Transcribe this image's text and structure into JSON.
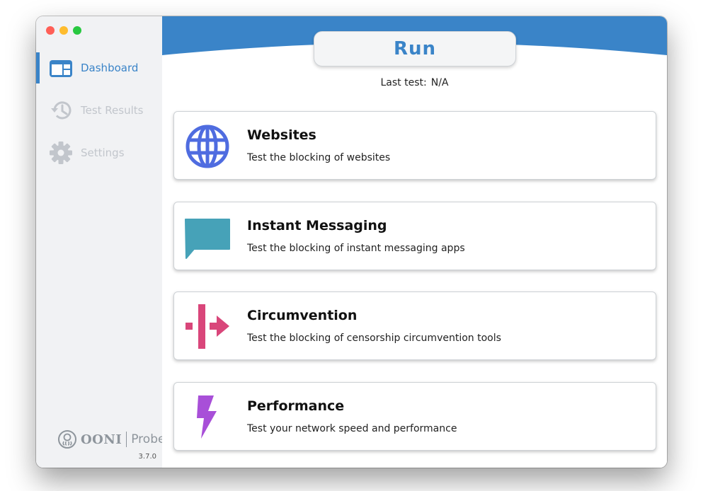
{
  "window": {
    "controls": [
      "close",
      "minimize",
      "zoom"
    ]
  },
  "sidebar": {
    "items": [
      {
        "label": "Dashboard",
        "icon": "dashboard-icon",
        "state": "active"
      },
      {
        "label": "Test Results",
        "icon": "history-icon",
        "state": "disabled"
      },
      {
        "label": "Settings",
        "icon": "gear-icon",
        "state": "disabled"
      }
    ],
    "brand": {
      "logo": "OONI",
      "product": "Probe"
    },
    "version": "3.7.0"
  },
  "main": {
    "run_label": "Run",
    "last_test": {
      "label": "Last test:",
      "value": "N/A"
    },
    "cards": [
      {
        "title": "Websites",
        "description": "Test the blocking of websites",
        "icon": "globe-icon",
        "color": "#4f6ce0"
      },
      {
        "title": "Instant Messaging",
        "description": "Test the blocking of instant messaging apps",
        "icon": "chat-bubble-icon",
        "color": "#46a2b8"
      },
      {
        "title": "Circumvention",
        "description": "Test the blocking of censorship circumvention tools",
        "icon": "circumvention-icon",
        "color": "#d9467a"
      },
      {
        "title": "Performance",
        "description": "Test your network speed and performance",
        "icon": "lightning-icon",
        "color": "#a84fd8"
      }
    ]
  },
  "colors": {
    "accent": "#3a84c8",
    "sidebar_bg": "#f1f2f4",
    "disabled_text": "#c2c6cc"
  }
}
